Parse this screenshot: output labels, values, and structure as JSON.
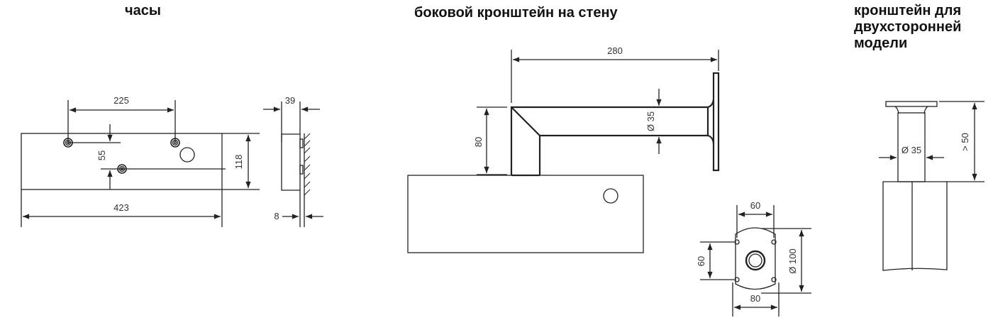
{
  "titles": {
    "clock": "часы",
    "side_bracket": "боковой кронштейн на стену",
    "double_sided_bracket": [
      "кронштейн для",
      "двухсторонней",
      "модели"
    ]
  },
  "clock_front": {
    "width_label": "423",
    "height_label": "118",
    "hole_spacing_label": "225",
    "hole_offset_label": "55"
  },
  "clock_side": {
    "depth_label": "39",
    "gap_label": "8"
  },
  "side_bracket": {
    "length_label": "280",
    "height_label": "80",
    "tube_diameter_label": "Ø 35"
  },
  "mount_plate": {
    "hole_spacing_x_label": "60",
    "hole_spacing_y_label": "60",
    "plate_width_label": "80",
    "plate_diameter_label": "Ø 100"
  },
  "ceiling_bracket": {
    "tube_diameter_label": "Ø 35",
    "height_label": "> 50"
  },
  "colors": {
    "line": "#222222",
    "text": "#333333",
    "title": "#111111"
  }
}
